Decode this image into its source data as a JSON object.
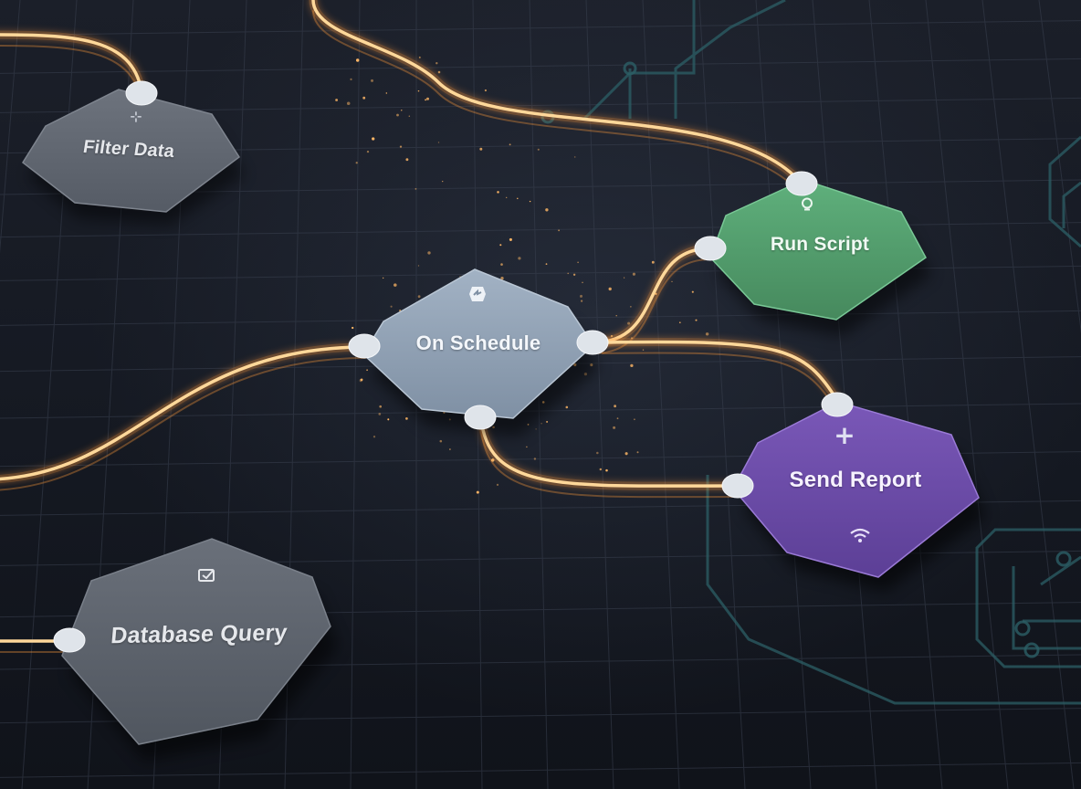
{
  "canvas": {
    "background": "#151922",
    "grid_color": "#3a4150",
    "circuit_color": "#2c5f66",
    "wire_color": "#ffd89a",
    "wire_glow": "#ff9a3c"
  },
  "nodes": [
    {
      "id": "filter-data",
      "label": "Filter Data",
      "icon": "filter-icon",
      "color": "#5d636d",
      "text_color": "#e6e8ec"
    },
    {
      "id": "on-schedule",
      "label": "On Schedule",
      "icon": "schedule-icon",
      "color": "#8fa0b3",
      "text_color": "#f4f7fb"
    },
    {
      "id": "run-script",
      "label": "Run Script",
      "icon": "script-icon",
      "color": "#4f9a6a",
      "text_color": "#f1fbf4"
    },
    {
      "id": "send-report",
      "label": "Send Report",
      "icon": "wifi-icon",
      "color": "#6a4ba6",
      "text_color": "#f6f2ff"
    },
    {
      "id": "database-query",
      "label": "Database Query",
      "icon": "database-icon",
      "color": "#5d636d",
      "text_color": "#e6e8ec"
    }
  ],
  "connections": [
    {
      "from": "offscreen-left-top",
      "to": "filter-data"
    },
    {
      "from": "offscreen-left",
      "to": "on-schedule"
    },
    {
      "from": "on-schedule",
      "to": "run-script"
    },
    {
      "from": "on-schedule",
      "to": "send-report"
    },
    {
      "from": "on-schedule",
      "to": "send-report"
    },
    {
      "from": "offscreen-top",
      "to": "run-script"
    },
    {
      "from": "offscreen-left-bottom",
      "to": "database-query"
    }
  ]
}
